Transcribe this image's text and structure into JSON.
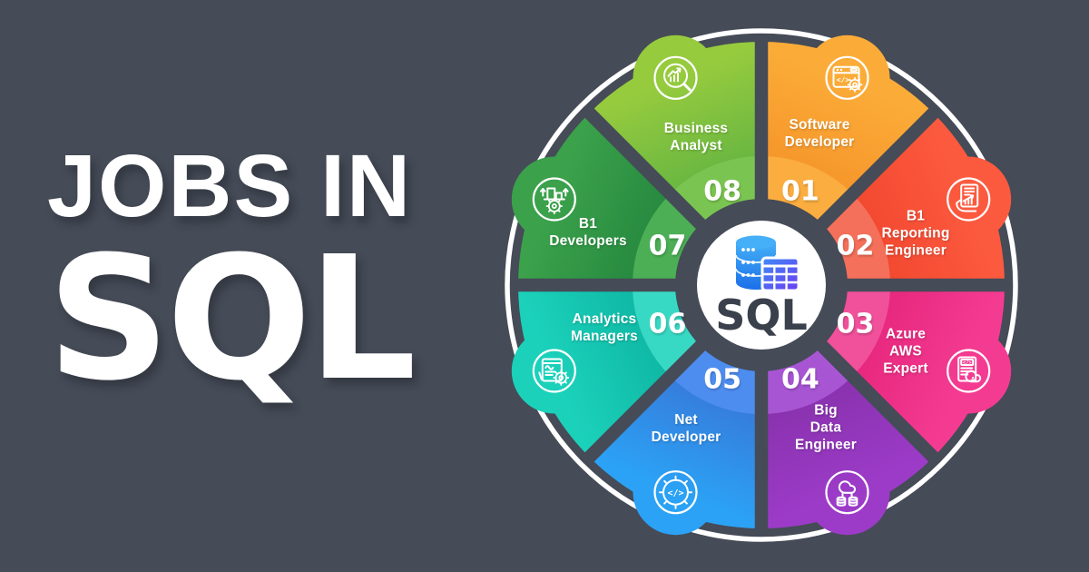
{
  "headline": {
    "line1": "JOBS IN",
    "line2": "SQL"
  },
  "colors": {
    "background": "#454B57",
    "ring": "#FFFFFF",
    "center_circle": "#FFFFFF",
    "headline_text": "#FFFFFF",
    "segment_text": "#FFFFFF"
  },
  "center": {
    "label": "SQL",
    "text_color": "#3A414C",
    "icon": "sql-database-icon",
    "db_top": "#45AFF7",
    "db_bottom": "#1B6FE8",
    "grid_from": "#3F8BF5",
    "grid_to": "#6A3DF5"
  },
  "segments": [
    {
      "number": "01",
      "label": "Software\nDeveloper",
      "icon": "browser-code-gear-icon",
      "color_light": "#FBAC38",
      "color_main": "#F07E1D",
      "color_band": "#FBAD3F"
    },
    {
      "number": "02",
      "label": "B1\nReporting\nEngineer",
      "icon": "report-hand-icon",
      "color_light": "#FC5A3F",
      "color_main": "#E83420",
      "color_band": "#F4705A"
    },
    {
      "number": "03",
      "label": "Azure\nAWS\nExpert",
      "icon": "cloud-code-document-icon",
      "color_light": "#F43B92",
      "color_main": "#D91168",
      "color_band": "#F1509B"
    },
    {
      "number": "04",
      "label": "Big\nData\nEngineer",
      "icon": "cloud-database-icon",
      "color_light": "#9C3BC8",
      "color_main": "#73278F",
      "color_band": "#A855D4"
    },
    {
      "number": "05",
      "label": "Net\nDeveloper",
      "icon": "gear-code-icon",
      "color_light": "#2BA2F5",
      "color_main": "#4351BE",
      "color_band": "#4E8DF0"
    },
    {
      "number": "06",
      "label": "Analytics\nManagers",
      "icon": "analytics-document-gear-icon",
      "color_light": "#1BD1BA",
      "color_main": "#019B8D",
      "color_band": "#38D9C4"
    },
    {
      "number": "07",
      "label": "B1\nDevelopers",
      "icon": "machine-gear-icon",
      "color_light": "#3BA14B",
      "color_main": "#0F6F33",
      "color_band": "#4CAF55"
    },
    {
      "number": "08",
      "label": "Business\nAnalyst",
      "icon": "chart-magnifier-icon",
      "color_light": "#96CB3E",
      "color_main": "#379F45",
      "color_band": "#7AC551"
    }
  ]
}
